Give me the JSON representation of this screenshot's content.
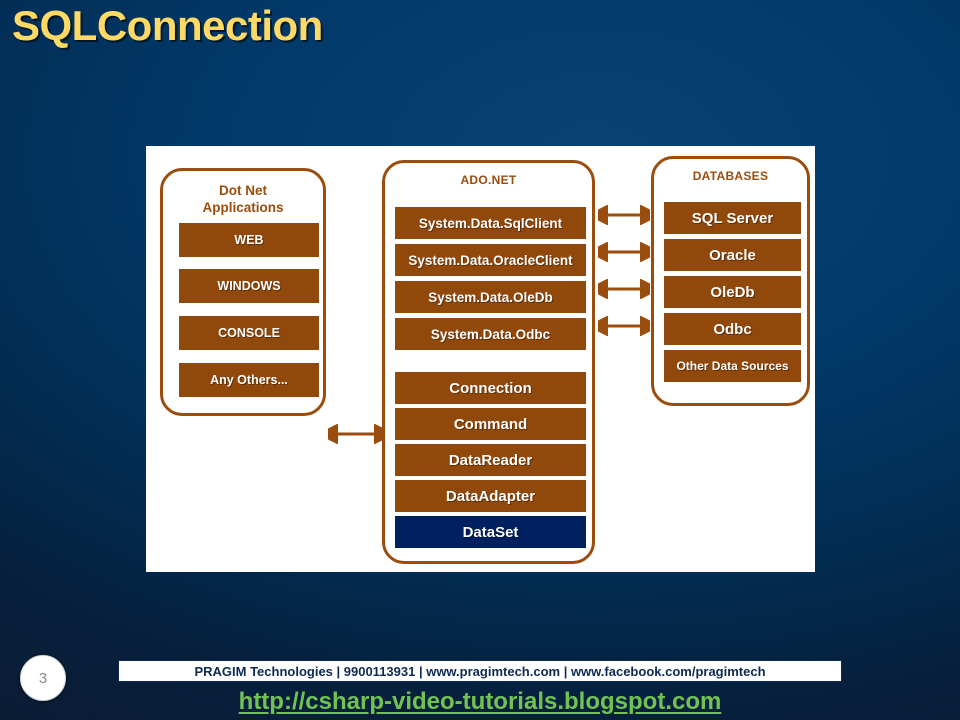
{
  "slide": {
    "title": "SQLConnection",
    "number": "3",
    "accent_brown": "#91480b",
    "accent_navy": "#002060",
    "title_color": "#ffd966",
    "background_color": "#023361"
  },
  "diagram": {
    "dotnet": {
      "title": "Dot Net\nApplications",
      "title_line1": "Dot Net",
      "title_line2": "Applications",
      "items": [
        {
          "label": "WEB"
        },
        {
          "label": "WINDOWS"
        },
        {
          "label": "CONSOLE"
        },
        {
          "label": "Any Others..."
        }
      ]
    },
    "adonet": {
      "title": "ADO.NET",
      "providers": [
        {
          "label": "System.Data.SqlClient"
        },
        {
          "label": "System.Data.OracleClient"
        },
        {
          "label": "System.Data.OleDb"
        },
        {
          "label": "System.Data.Odbc"
        }
      ],
      "objects": [
        {
          "label": "Connection",
          "highlight": false
        },
        {
          "label": "Command",
          "highlight": false
        },
        {
          "label": "DataReader",
          "highlight": false
        },
        {
          "label": "DataAdapter",
          "highlight": false
        },
        {
          "label": "DataSet",
          "highlight": true
        }
      ]
    },
    "databases": {
      "title": "DATABASES",
      "items": [
        {
          "label": "SQL Server"
        },
        {
          "label": "Oracle"
        },
        {
          "label": "OleDb"
        },
        {
          "label": "Odbc"
        },
        {
          "label": "Other Data Sources"
        }
      ]
    },
    "connectors": {
      "apps_to_adonet": "double-arrow",
      "providers_to_databases": [
        "double-arrow",
        "double-arrow",
        "double-arrow",
        "double-arrow"
      ]
    }
  },
  "footer": {
    "credit": "PRAGIM Technologies | 9900113931 | www.pragimtech.com | www.facebook.com/pragimtech",
    "url": "http://csharp-video-tutorials.blogspot.com",
    "url_color": "#70c352"
  }
}
